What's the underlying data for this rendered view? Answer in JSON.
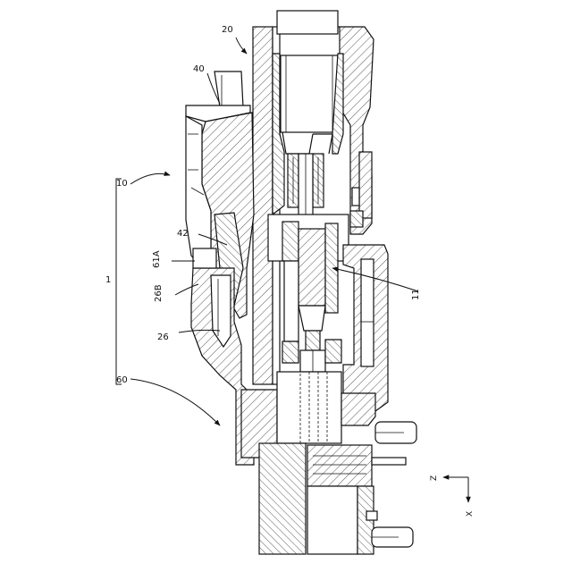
{
  "labels": {
    "assembly": "1",
    "connector": "10",
    "part11": "11",
    "part20": "20",
    "part26": "26",
    "part26b": "26B",
    "part40": "40",
    "part42": "42",
    "part60": "60",
    "part61a": "61A"
  },
  "axes": {
    "z": "Z",
    "x": "X"
  }
}
